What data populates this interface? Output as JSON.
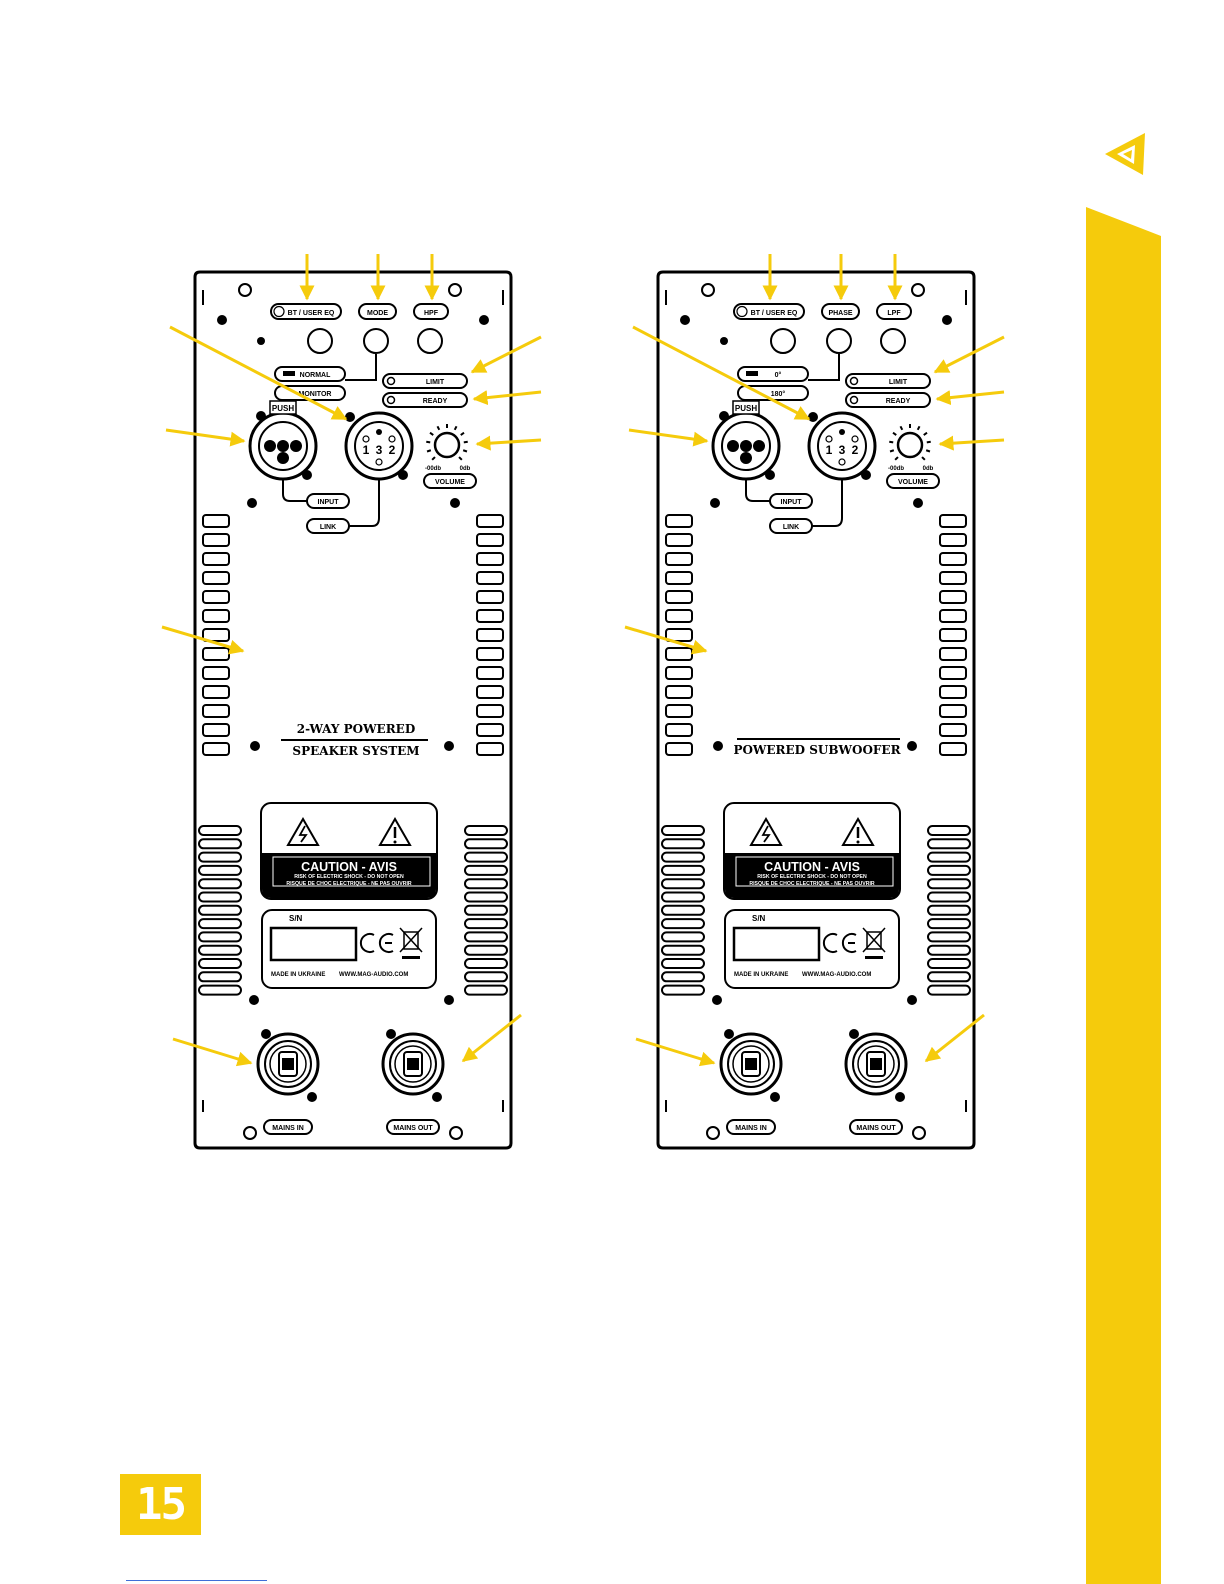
{
  "brand": {
    "accent_color": "#f5cb0c",
    "line_color": "#000000",
    "logo": "triangle-logo-icon"
  },
  "page": {
    "number": "15"
  },
  "panels": [
    {
      "id": "speaker",
      "button_labels": [
        "BT / USER EQ",
        "MODE",
        "HPF"
      ],
      "switch_labels": [
        "NORMAL",
        "MONITOR"
      ],
      "indicator_labels": [
        "LIMIT",
        "READY"
      ],
      "push_label": "PUSH",
      "xlr_pins": [
        "1",
        "3",
        "2"
      ],
      "volume_labels": [
        "-00db",
        "0db"
      ],
      "volume_label": "VOLUME",
      "input_label": "INPUT",
      "link_label": "LINK",
      "title_lines": [
        "2-WAY POWERED",
        "SPEAKER SYSTEM"
      ],
      "caution_title": "CAUTION - AVIS",
      "caution_line1": "RISK OF ELECTRIC SHOCK - DO NOT OPEN",
      "caution_line2": "RISQUE DE CHOC ELECTRIQUE - NE PAS OUVRIR",
      "sn_label": "S/N",
      "made_in": "MADE IN UKRAINE",
      "website": "WWW.MAG-AUDIO.COM",
      "mains_in": "MAINS IN",
      "mains_out": "MAINS OUT"
    },
    {
      "id": "subwoofer",
      "button_labels": [
        "BT / USER EQ",
        "PHASE",
        "LPF"
      ],
      "switch_labels": [
        "0°",
        "180°"
      ],
      "indicator_labels": [
        "LIMIT",
        "READY"
      ],
      "push_label": "PUSH",
      "xlr_pins": [
        "1",
        "3",
        "2"
      ],
      "volume_labels": [
        "-00db",
        "0db"
      ],
      "volume_label": "VOLUME",
      "input_label": "INPUT",
      "link_label": "LINK",
      "title_lines": [
        "",
        "POWERED SUBWOOFER"
      ],
      "caution_title": "CAUTION - AVIS",
      "caution_line1": "RISK OF ELECTRIC SHOCK - DO NOT OPEN",
      "caution_line2": "RISQUE DE CHOC ELECTRIQUE - NE PAS OUVRIR",
      "sn_label": "S/N",
      "made_in": "MADE IN UKRAINE",
      "website": "WWW.MAG-AUDIO.COM",
      "mains_in": "MAINS IN",
      "mains_out": "MAINS OUT"
    }
  ]
}
